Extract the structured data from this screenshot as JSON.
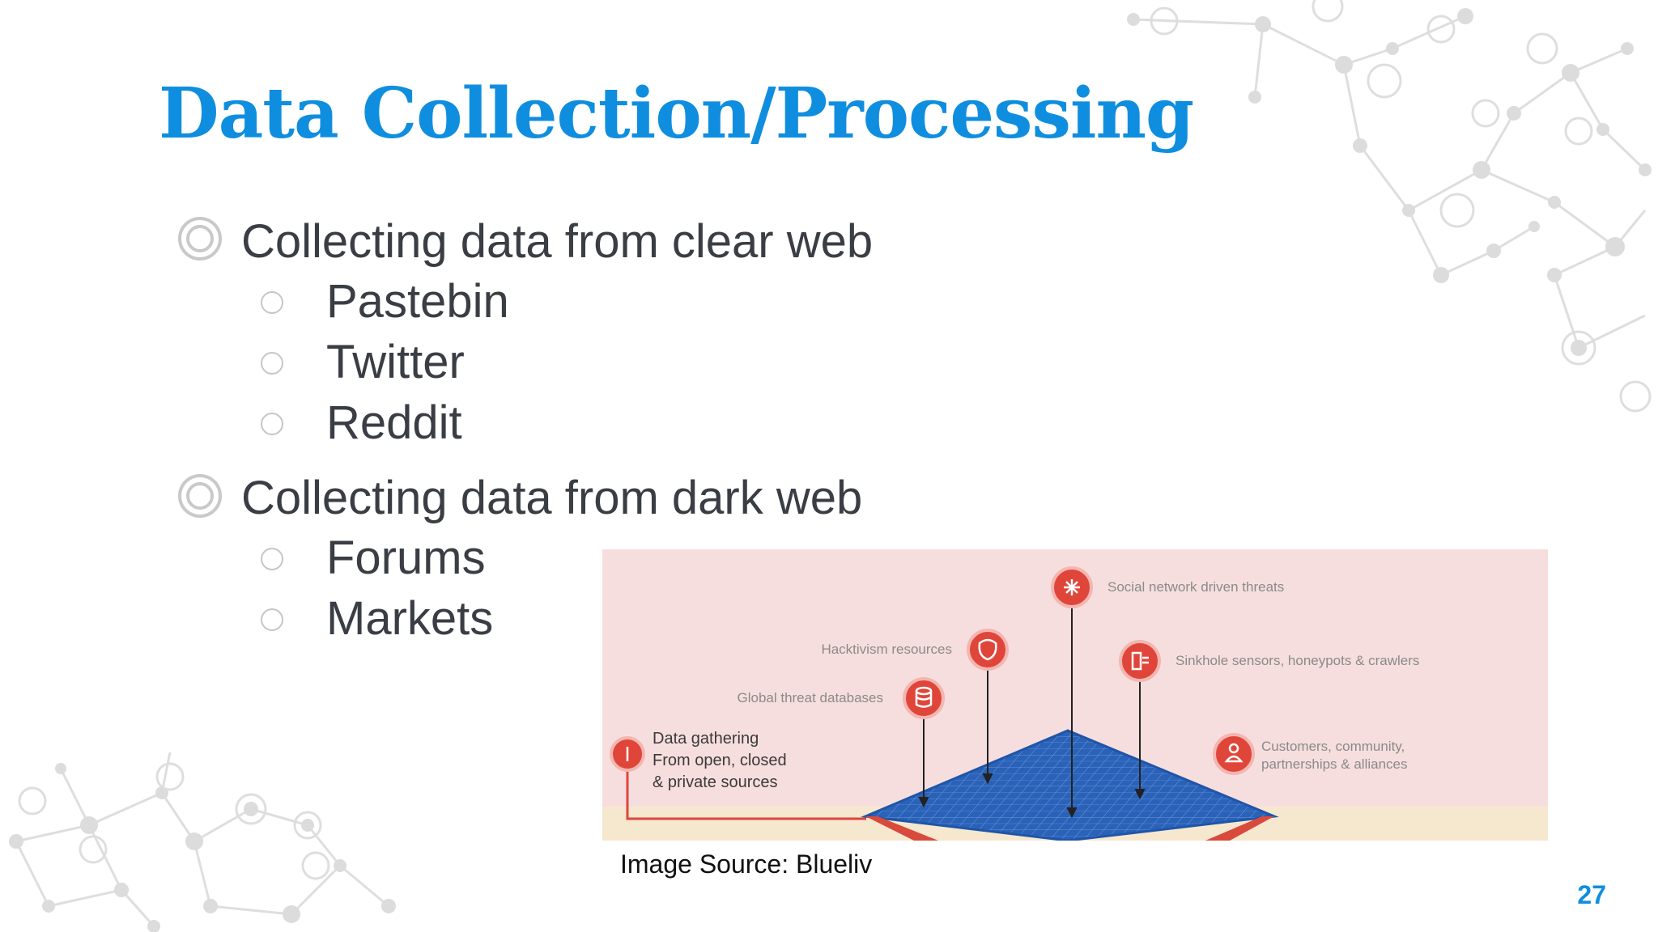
{
  "slide": {
    "title": "Data Collection/Processing",
    "page_number": "27"
  },
  "bullets": [
    {
      "text": "Collecting data from clear web",
      "children": [
        "Pastebin",
        "Twitter",
        "Reddit"
      ]
    },
    {
      "text": "Collecting data from dark web",
      "children": [
        "Forums",
        "Markets"
      ]
    }
  ],
  "figure": {
    "labels": {
      "social": "Social network driven threats",
      "hacktivism": "Hacktivism resources",
      "sinkhole": "Sinkhole sensors, honeypots & crawlers",
      "global": "Global threat databases",
      "customers_line1": "Customers, community,",
      "customers_line2": "partnerships & alliances",
      "gathering_line1": "Data gathering",
      "gathering_line2": "From open, closed",
      "gathering_line3": "& private sources"
    },
    "colors": {
      "background": "#f7dede",
      "marker": "#e0453a",
      "grid": "#2a6bc0"
    },
    "caption": "Image Source: Blueliv"
  }
}
